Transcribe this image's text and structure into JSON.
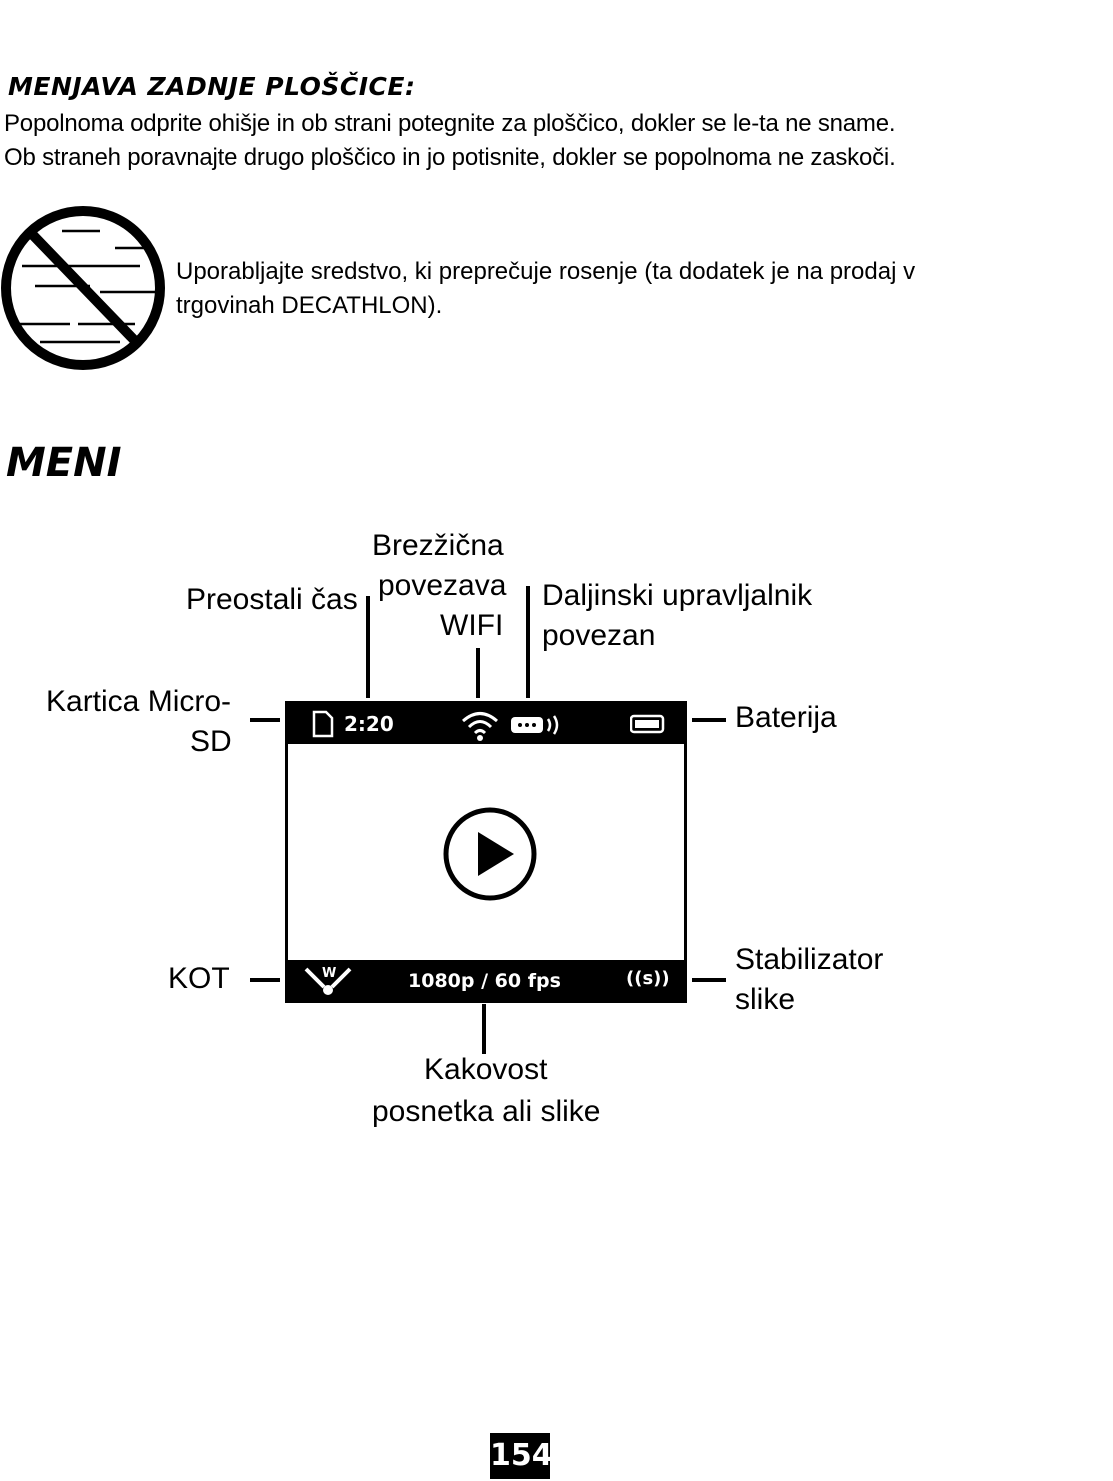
{
  "section1": {
    "title": "MENJAVA ZADNJE PLOŠČICE:",
    "line1": "Popolnoma odprite ohišje in ob strani potegnite za ploščico, dokler se le-ta ne sname.",
    "line2": "Ob straneh poravnajte drugo ploščico in jo potisnite, dokler se popolnoma ne zaskoči."
  },
  "note": {
    "icon": "no-condensation-icon",
    "line1": "Uporabljajte sredstvo, ki preprečuje rosenje (ta dodatek je na prodaj v",
    "line2": "trgovinah DECATHLON)."
  },
  "section2": {
    "title": "MENI"
  },
  "labels": {
    "wireless_1": "Brezžična",
    "wireless_2": "povezava",
    "wireless_3": "WIFI",
    "remaining_time": "Preostali čas",
    "remote_1": "Daljinski upravljalnik",
    "remote_2": "povezan",
    "sdcard_1": "Kartica Micro-",
    "sdcard_2": "SD",
    "battery": "Baterija",
    "angle": "KOT",
    "stabilizer_1": "Stabilizator",
    "stabilizer_2": "slike",
    "quality_1": "Kakovost",
    "quality_2": "posnetka ali slike"
  },
  "screen": {
    "time": "2:20",
    "quality": "1080p / 60 fps",
    "angle_letter": "W",
    "stabilizer_letter": "((s))",
    "icons": [
      "sd-card-icon",
      "wifi-icon",
      "remote-icon",
      "battery-icon",
      "play-icon",
      "angle-icon",
      "stabilizer-icon"
    ]
  },
  "page": {
    "number": "154"
  }
}
